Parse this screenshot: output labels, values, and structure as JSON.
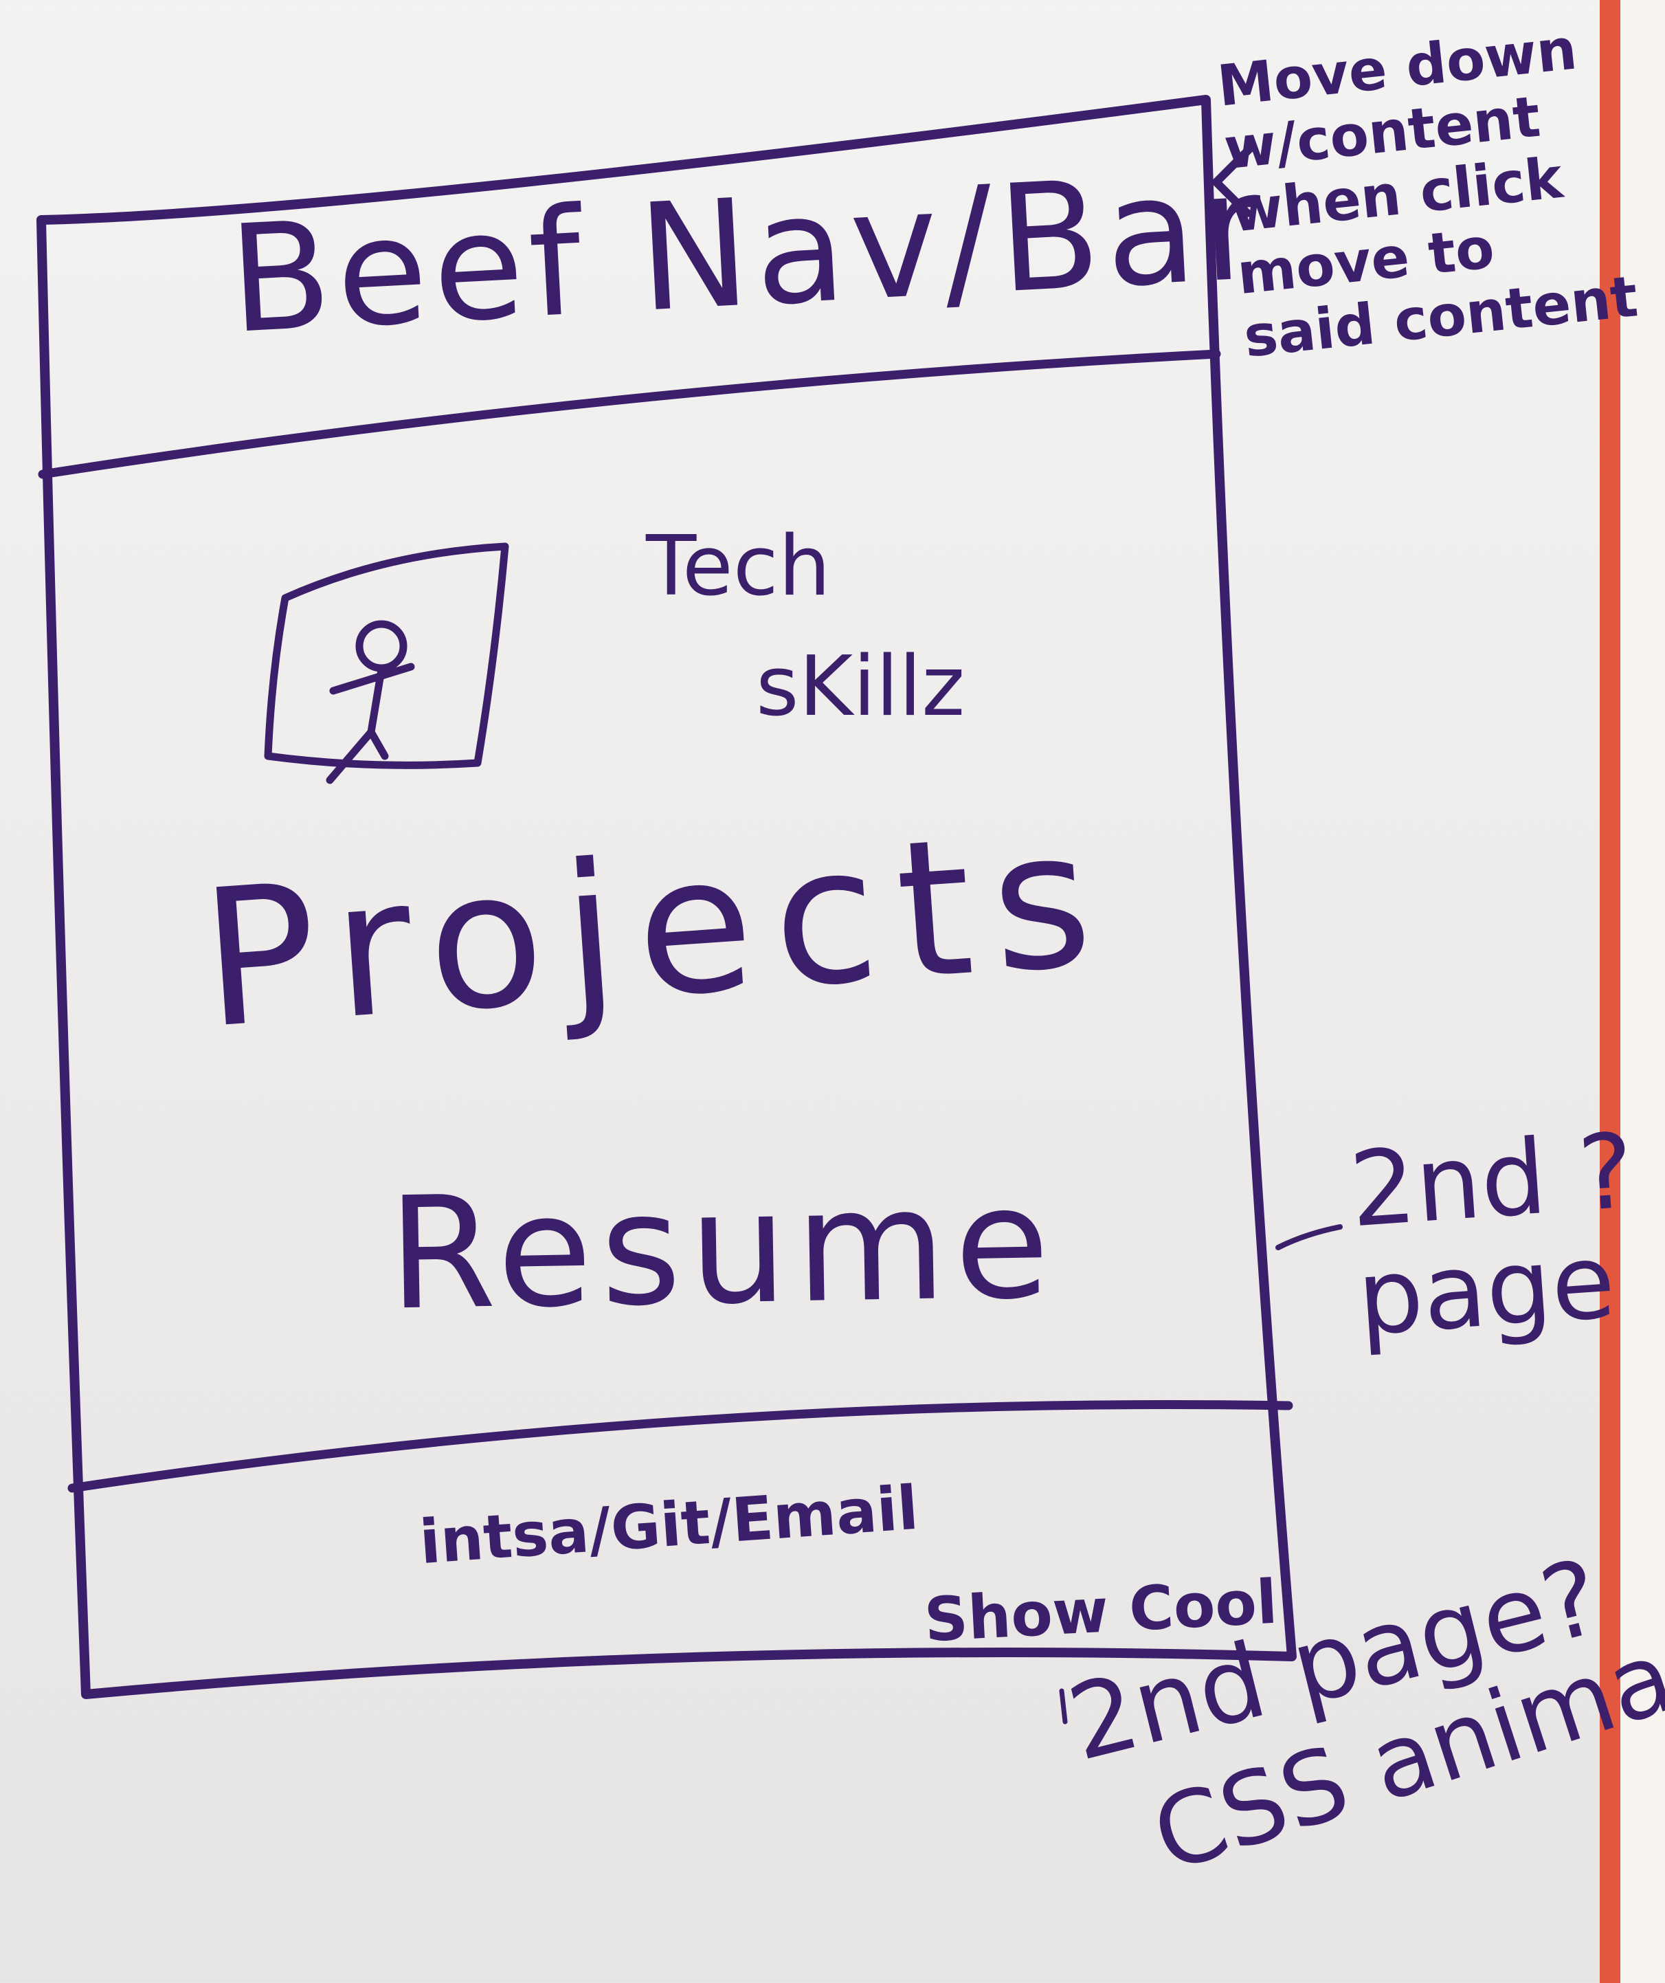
{
  "wireframe": {
    "nav_bar_label": "Beef Nav/Bar",
    "tech_line_1": "Tech",
    "tech_line_2": "sKillz",
    "projects_label": "Projects",
    "resume_label": "Resume",
    "footer_links": "intsa/Git/Email",
    "footer_note": "Show Cool"
  },
  "annotations": {
    "navbar_note": "Move down\nw/content\nwhen click\nmove to\nsaid content",
    "resume_note": "2nd ?\npage",
    "footer_note_1": "2nd page?",
    "footer_note_2": "CSS animation?"
  },
  "colors": {
    "marker": "#3b1f6b",
    "board": "#efeeec",
    "frame_edge": "#e3573f"
  }
}
